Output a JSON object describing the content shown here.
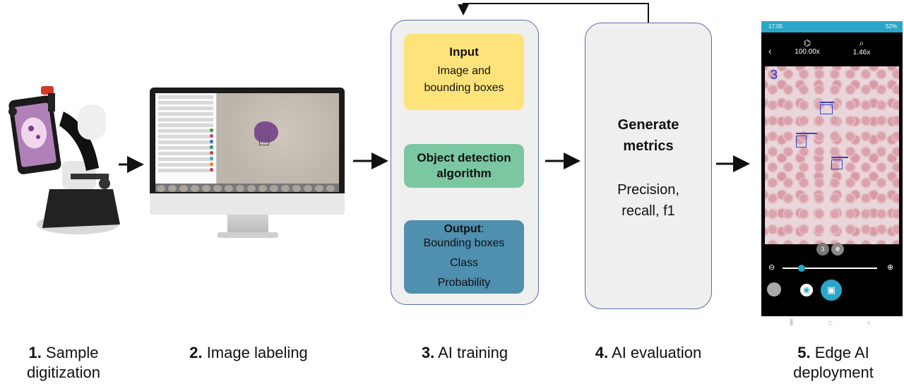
{
  "steps": [
    {
      "num": "1.",
      "line1": "Sample",
      "line2": "digitization"
    },
    {
      "num": "2.",
      "label": "Image labeling"
    },
    {
      "num": "3.",
      "label": "AI training"
    },
    {
      "num": "4.",
      "label": "AI evaluation"
    },
    {
      "num": "5.",
      "line1": "Edge AI",
      "line2": "deployment"
    }
  ],
  "training": {
    "input_title": "Input",
    "input_lines": [
      "Image and",
      "bounding boxes"
    ],
    "algorithm_lines": [
      "Object detection",
      "algorithm"
    ],
    "output_title": "Output",
    "output_colon": ":",
    "output_lines": [
      "Bounding boxes",
      "Class",
      "Probability"
    ]
  },
  "evaluation": {
    "title_lines": [
      "Generate",
      "metrics"
    ],
    "metric_lines": [
      "Precision,",
      "recall, f1"
    ]
  },
  "phone": {
    "status_time": "17:05",
    "status_battery": "52%",
    "magnification": "100.00x",
    "zoom": "1.46x",
    "detection_count": "3",
    "pill_count": "3"
  },
  "colors": {
    "input_box": "#fde37a",
    "algorithm_box": "#7ac7a1",
    "output_box": "#4f8fb0",
    "panel_border": "#5a6fa8",
    "app_accent": "#2aa6c8"
  }
}
